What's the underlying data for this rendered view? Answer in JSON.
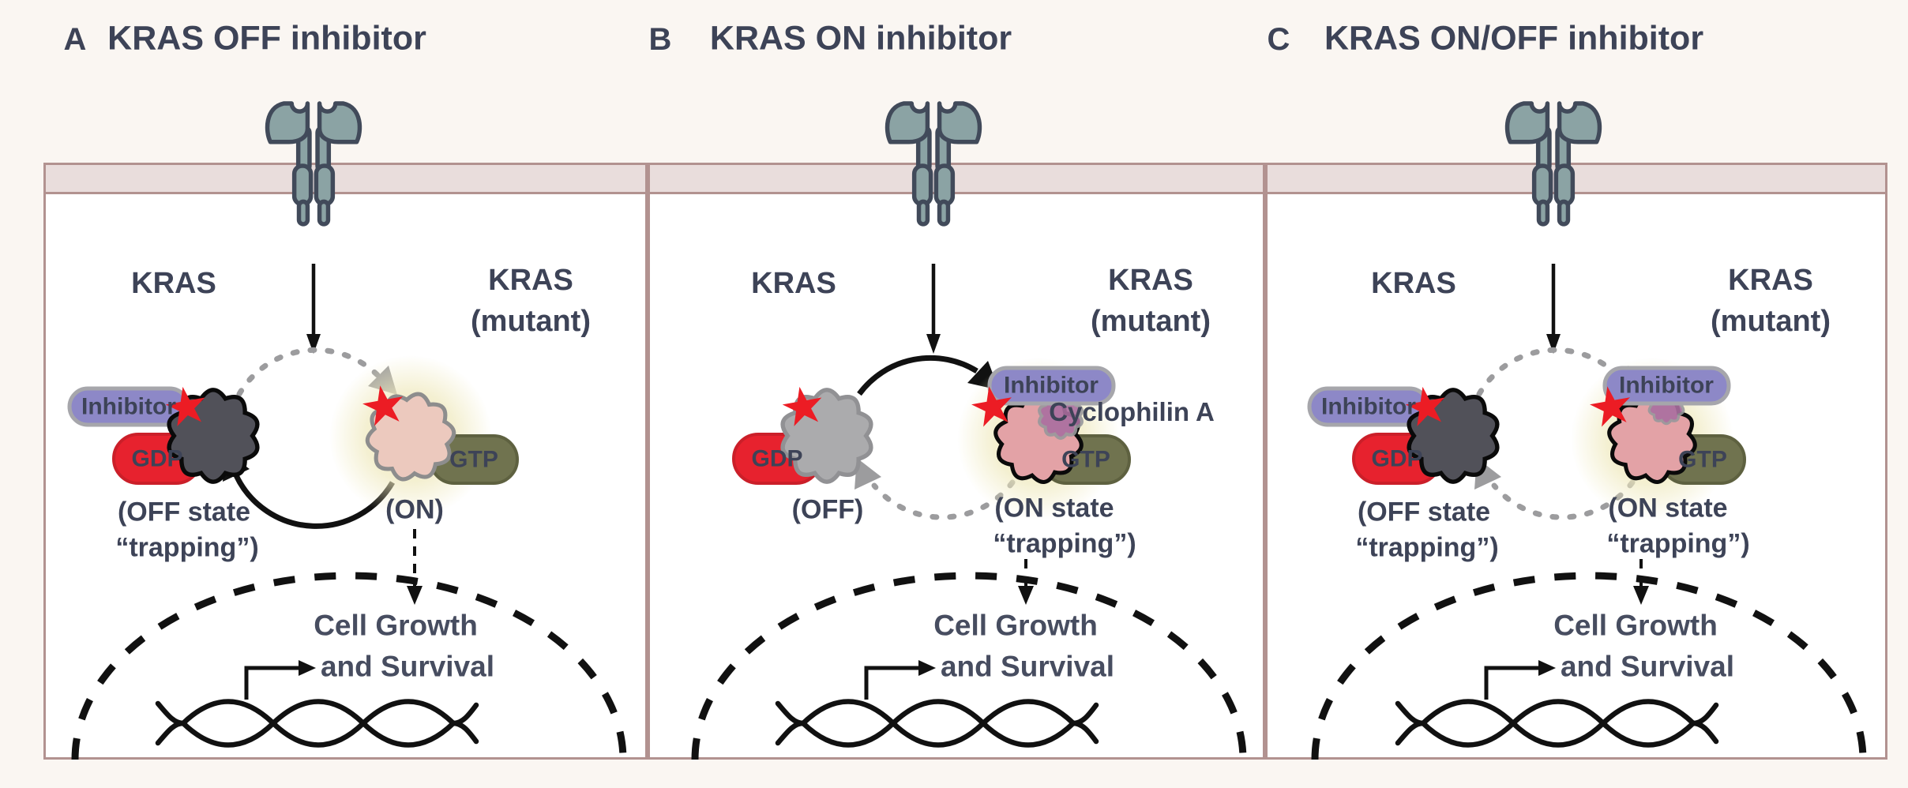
{
  "figure": {
    "description_colors": {
      "background": "#faf6f2",
      "box_border": "#b29290",
      "membrane_fill": "#e9dddc",
      "text": "#3d4357",
      "receptor_fill": "#8ba3a4",
      "receptor_stroke": "#414a5a",
      "inhibitor_fill": "#8d88c7",
      "inhibitor_stroke": "#a6a6ab",
      "gdp_fill": "#e7222e",
      "gtp_fill": "#70734f",
      "kras_off_blob": "#515159",
      "kras_gray_blob": "#ababad",
      "kras_on_light_pink": "#ecc9be",
      "kras_on_rose": "#e3a2a6",
      "glow": "#efe9bd",
      "star_red": "#ec1c24",
      "cyclophilin_fill": "#aa6fa0",
      "dashed_gray": "#9c9c9e",
      "arrow_black": "#111111"
    }
  },
  "panels": [
    {
      "letter": "A",
      "title": "KRAS OFF inhibitor",
      "kras_wt": "KRAS",
      "kras_mutant_line1": "KRAS",
      "kras_mutant_line2": "(mutant)",
      "left_complex": {
        "inhibitor": "Inhibitor",
        "nucleotide": "GDP",
        "state_line1": "(OFF state",
        "state_line2": "“trapping”)"
      },
      "right_complex": {
        "nucleotide": "GTP",
        "state_line1": "(ON)"
      },
      "cell_growth_line1": "Cell Growth",
      "cell_growth_line2": "and Survival"
    },
    {
      "letter": "B",
      "title": "KRAS ON inhibitor",
      "kras_wt": "KRAS",
      "kras_mutant_line1": "KRAS",
      "kras_mutant_line2": "(mutant)",
      "left_complex": {
        "nucleotide": "GDP",
        "state_line1": "(OFF)"
      },
      "right_complex": {
        "inhibitor": "Inhibitor",
        "chaperone": "Cyclophilin A",
        "nucleotide": "GTP",
        "state_line1": "(ON state",
        "state_line2": "“trapping”)"
      },
      "cell_growth_line1": "Cell Growth",
      "cell_growth_line2": "and Survival"
    },
    {
      "letter": "C",
      "title": "KRAS ON/OFF inhibitor",
      "kras_wt": "KRAS",
      "kras_mutant_line1": "KRAS",
      "kras_mutant_line2": "(mutant)",
      "left_complex": {
        "inhibitor": "Inhibitor",
        "nucleotide": "GDP",
        "state_line1": "(OFF state",
        "state_line2": "“trapping”)"
      },
      "right_complex": {
        "inhibitor": "Inhibitor",
        "nucleotide": "GTP",
        "state_line1": "(ON state",
        "state_line2": "“trapping”)"
      },
      "cell_growth_line1": "Cell Growth",
      "cell_growth_line2": "and Survival"
    }
  ]
}
